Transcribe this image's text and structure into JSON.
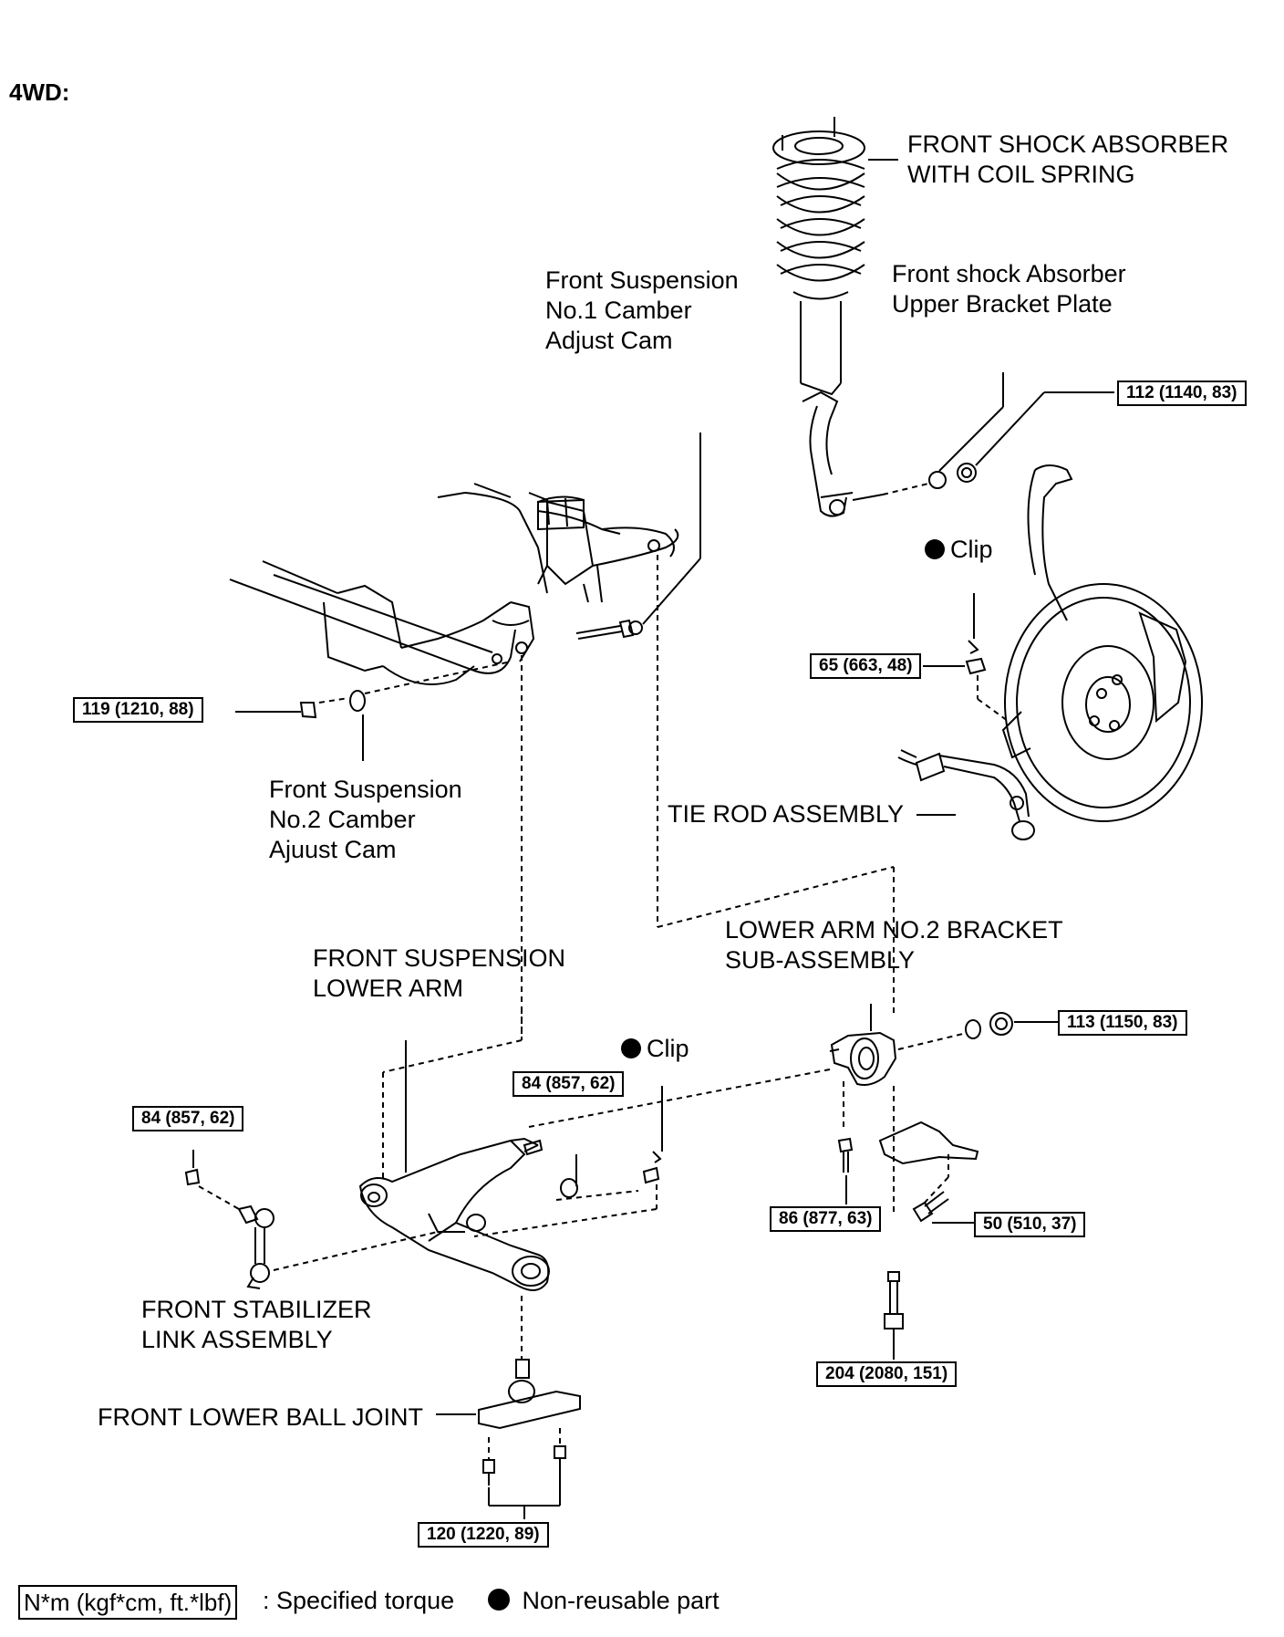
{
  "title": "4WD:",
  "labels": {
    "shock_absorber": "FRONT SHOCK ABSORBER\nWITH COIL SPRING",
    "upper_bracket": "Front shock Absorber\nUpper Bracket Plate",
    "camber_cam_1": "Front Suspension\nNo.1 Camber\nAdjust Cam",
    "camber_cam_2": "Front Suspension\nNo.2 Camber\nAjuust Cam",
    "clip_upper": "Clip",
    "clip_lower": "Clip",
    "tie_rod": "TIE ROD ASSEMBLY",
    "lower_arm_bracket": "LOWER ARM NO.2 BRACKET\nSUB-ASSEMBLY",
    "lower_arm": "FRONT SUSPENSION\nLOWER ARM",
    "stabilizer_link": "FRONT STABILIZER\nLINK ASSEMBLY",
    "ball_joint": "FRONT LOWER BALL JOINT"
  },
  "torques": {
    "t112": "112 (1140, 83)",
    "t119": "119 (1210, 88)",
    "t65": "65 (663, 48)",
    "t113": "113 (1150, 83)",
    "t84_link": "84 (857, 62)",
    "t84_arm": "84 (857, 62)",
    "t86": "86 (877, 63)",
    "t50": "50 (510, 37)",
    "t204": "204 (2080, 151)",
    "t120": "120 (1220, 89)"
  },
  "legend": {
    "torque_unit": "N*m (kgf*cm, ft.*lbf)",
    "torque_desc": ": Specified torque",
    "nonreusable_desc": "Non-reusable part"
  }
}
